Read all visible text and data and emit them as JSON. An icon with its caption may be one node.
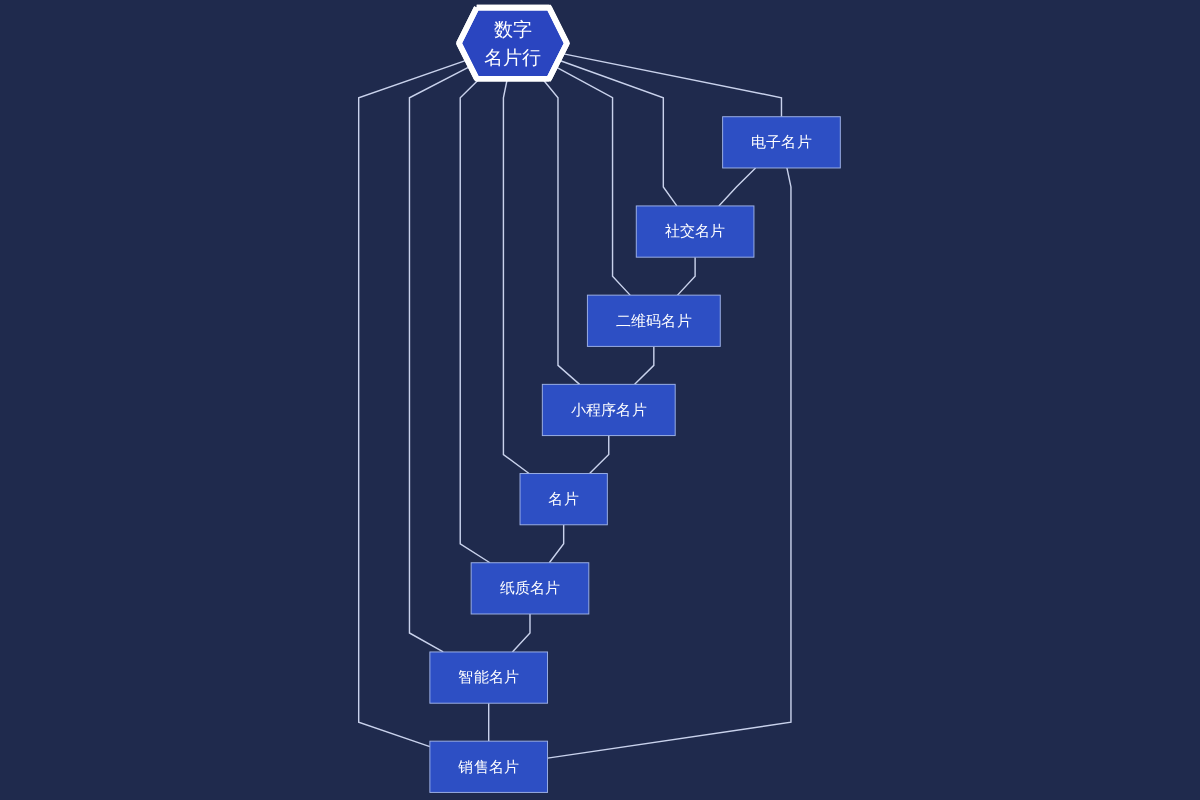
{
  "diagram": {
    "nodes": [
      {
        "text": [
          "电子名片"
        ]
      },
      {
        "text": [
          "社交名片"
        ]
      },
      {
        "text": [
          "销售名片"
        ]
      },
      {
        "text": [
          "数字",
          "名片行"
        ]
      },
      {
        "text": [
          "二维码名片"
        ]
      },
      {
        "text": [
          "智能名片"
        ]
      },
      {
        "text": [
          "小程序名片"
        ]
      },
      {
        "text": [
          "纸质名片"
        ]
      },
      {
        "text": [
          "名片"
        ]
      }
    ],
    "edges": [
      {
        "from": 3,
        "to": 0,
        "arrow": "none"
      },
      {
        "from": 3,
        "to": 1,
        "arrow": "none"
      },
      {
        "from": 3,
        "to": 2,
        "arrow": "none"
      },
      {
        "from": 3,
        "to": 4,
        "arrow": "none"
      },
      {
        "from": 3,
        "to": 5,
        "arrow": "none"
      },
      {
        "from": 3,
        "to": 6,
        "arrow": "none"
      },
      {
        "from": 3,
        "to": 7,
        "arrow": "none"
      },
      {
        "from": 3,
        "to": 8,
        "arrow": "none"
      },
      {
        "from": 0,
        "to": 1,
        "arrow": "none"
      },
      {
        "from": 1,
        "to": 4,
        "arrow": "none"
      },
      {
        "from": 4,
        "to": 6,
        "arrow": "none"
      },
      {
        "from": 6,
        "to": 8,
        "arrow": "none"
      },
      {
        "from": 8,
        "to": 7,
        "arrow": "none"
      },
      {
        "from": 7,
        "to": 5,
        "arrow": "none"
      },
      {
        "from": 5,
        "to": 2,
        "arrow": "none"
      },
      {
        "from": 2,
        "to": 0,
        "arrow": "none"
      }
    ]
  }
}
